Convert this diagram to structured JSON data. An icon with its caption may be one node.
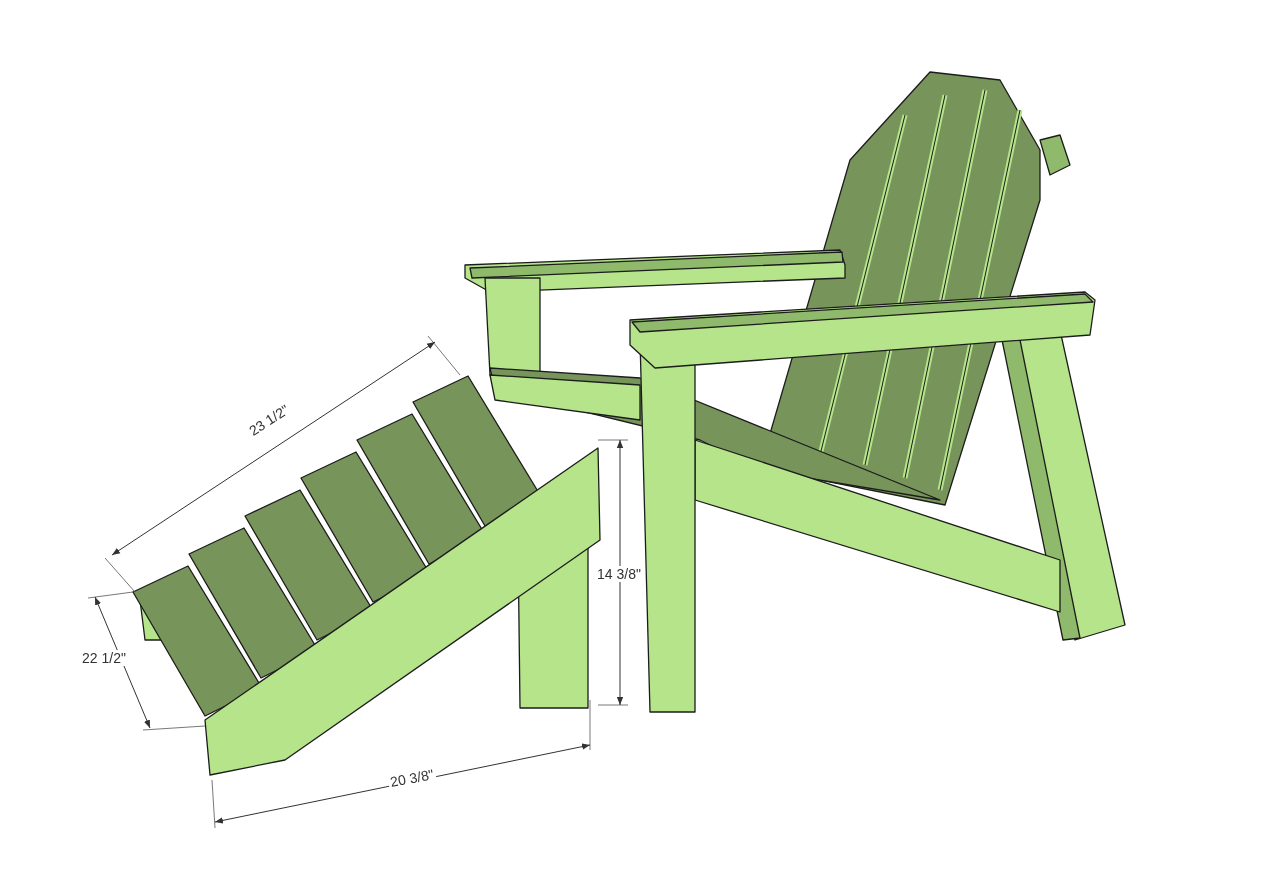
{
  "diagram": {
    "labels": [
      "23 1/2\"",
      "22 1/2\"",
      "14 3/8\"",
      "20 3/8\""
    ]
  }
}
